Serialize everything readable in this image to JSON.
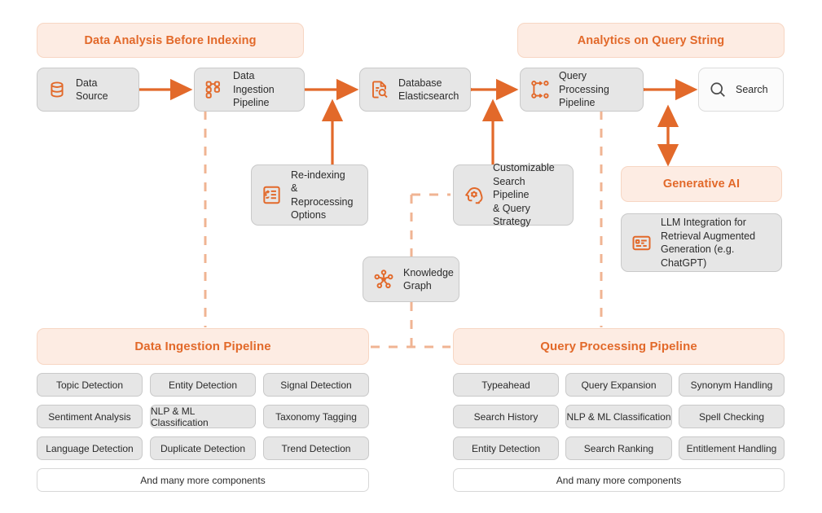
{
  "colors": {
    "accent": "#e2692a",
    "banner_bg": "#fdece3",
    "banner_border": "#f7d6c3",
    "node_bg": "#e6e6e6",
    "node_border": "#c9c9c9",
    "text": "#2b2b2b",
    "dashed": "#f0b493"
  },
  "banners": {
    "data_analysis": "Data Analysis Before Indexing",
    "analytics_query": "Analytics on Query String",
    "generative_ai": "Generative AI",
    "data_ingestion": "Data Ingestion Pipeline",
    "query_processing": "Query Processing Pipeline"
  },
  "nodes": {
    "data_source": {
      "label": "Data Source",
      "icon": "database-icon"
    },
    "data_ingestion_pipeline": {
      "line1": "Data Ingestion",
      "line2": "Pipeline",
      "icon": "pipeline-nodes-icon"
    },
    "database_elasticsearch": {
      "line1": "Database",
      "line2": "Elasticsearch",
      "icon": "document-search-icon"
    },
    "query_processing_pipeline": {
      "line1": "Query Processing",
      "line2": "Pipeline",
      "icon": "branching-flow-icon"
    },
    "search": {
      "label": "Search",
      "icon": "magnifier-icon"
    },
    "reindexing": {
      "line1": "Re-indexing",
      "line2": "& Reprocessing",
      "line3": "Options",
      "icon": "reprocess-document-icon"
    },
    "customizable_search": {
      "line1": "Customizable",
      "line2": "Search Pipeline",
      "line3": "& Query Strategy",
      "icon": "brain-gear-icon"
    },
    "knowledge_graph": {
      "line1": "Knowledge",
      "line2": "Graph",
      "icon": "graph-nodes-icon"
    },
    "llm_integration": {
      "line1": "LLM Integration for",
      "line2": "Retrieval Augmented",
      "line3": "Generation (e.g. ChatGPT)",
      "icon": "llm-card-icon"
    }
  },
  "ingestion_components": [
    "Topic Detection",
    "Entity Detection",
    "Signal Detection",
    "Sentiment Analysis",
    "NLP & ML Classification",
    "Taxonomy Tagging",
    "Language Detection",
    "Duplicate Detection",
    "Trend Detection"
  ],
  "ingestion_more": "And many more components",
  "query_components": [
    "Typeahead",
    "Query Expansion",
    "Synonym Handling",
    "Search History",
    "NLP & ML Classification",
    "Spell Checking",
    "Entity Detection",
    "Search Ranking",
    "Entitlement Handling"
  ],
  "query_more": "And many more components"
}
